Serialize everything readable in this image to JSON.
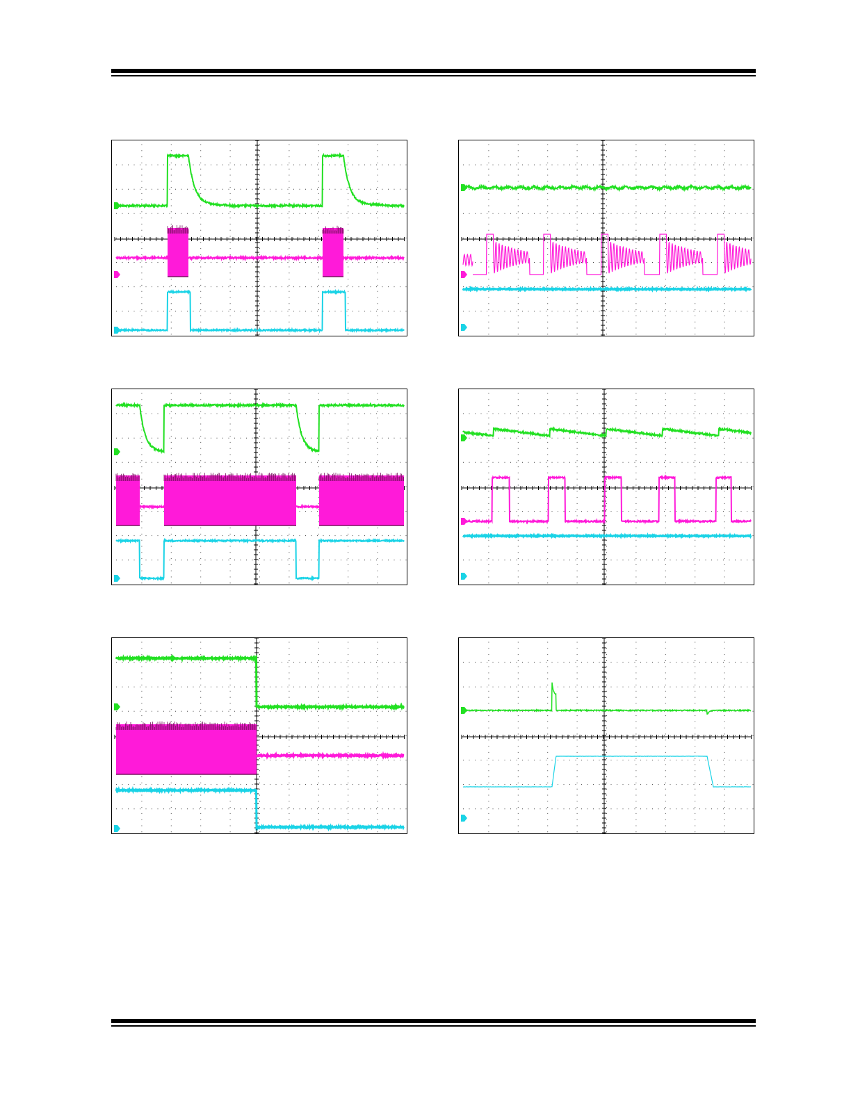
{
  "colors": {
    "ch1": "#22e022",
    "ch2": "#ff1ad9",
    "ch3": "#1ad3e6",
    "grid": "#000000"
  },
  "scopes": [
    {
      "id": "top-left",
      "chart_data": {
        "type": "line",
        "grid": true,
        "divisions": {
          "x": 10,
          "y": 8
        },
        "series": [
          {
            "channel": 1,
            "color": "#22e022",
            "waveform": "pulsed-high-with-decay",
            "marker": "arrow"
          },
          {
            "channel": 2,
            "color": "#ff1ad9",
            "waveform": "switching-bursts",
            "marker": "arrow"
          },
          {
            "channel": 3,
            "color": "#1ad3e6",
            "waveform": "enable-pulses",
            "marker": "arrow"
          }
        ]
      }
    },
    {
      "id": "top-right",
      "chart_data": {
        "type": "line",
        "grid": true,
        "divisions": {
          "x": 10,
          "y": 8
        },
        "series": [
          {
            "channel": 1,
            "color": "#22e022",
            "waveform": "flat-with-ripple",
            "marker": "arrow"
          },
          {
            "channel": 2,
            "color": "#ff1ad9",
            "waveform": "dcm-switching-ringing",
            "marker": "arrow"
          },
          {
            "channel": 3,
            "color": "#1ad3e6",
            "waveform": "flat",
            "marker": "arrow"
          }
        ]
      }
    },
    {
      "id": "middle-left",
      "chart_data": {
        "type": "line",
        "grid": true,
        "divisions": {
          "x": 10,
          "y": 8
        },
        "series": [
          {
            "channel": 1,
            "color": "#22e022",
            "waveform": "high-with-dips",
            "marker": "arrow"
          },
          {
            "channel": 2,
            "color": "#ff1ad9",
            "waveform": "continuous-switching-with-gaps",
            "marker": "arrow"
          },
          {
            "channel": 3,
            "color": "#1ad3e6",
            "waveform": "high-with-low-pulses",
            "marker": "arrow"
          }
        ]
      }
    },
    {
      "id": "middle-right",
      "chart_data": {
        "type": "line",
        "grid": true,
        "divisions": {
          "x": 10,
          "y": 8
        },
        "series": [
          {
            "channel": 1,
            "color": "#22e022",
            "waveform": "sawtooth-ripple",
            "marker": "arrow"
          },
          {
            "channel": 2,
            "color": "#ff1ad9",
            "waveform": "pulse-train",
            "marker": "arrow"
          },
          {
            "channel": 3,
            "color": "#1ad3e6",
            "waveform": "flat",
            "marker": "arrow"
          }
        ]
      }
    },
    {
      "id": "bottom-left",
      "chart_data": {
        "type": "line",
        "grid": true,
        "divisions": {
          "x": 10,
          "y": 8
        },
        "series": [
          {
            "channel": 1,
            "color": "#22e022",
            "waveform": "step-down",
            "marker": "arrow"
          },
          {
            "channel": 2,
            "color": "#ff1ad9",
            "waveform": "switching-then-off",
            "marker": "arrow"
          },
          {
            "channel": 3,
            "color": "#1ad3e6",
            "waveform": "step-down",
            "marker": "arrow"
          }
        ]
      }
    },
    {
      "id": "bottom-right",
      "chart_data": {
        "type": "line",
        "grid": true,
        "divisions": {
          "x": 10,
          "y": 8
        },
        "series": [
          {
            "channel": 1,
            "color": "#22e022",
            "waveform": "flat-with-transients",
            "marker": "arrow"
          },
          {
            "channel": 3,
            "color": "#1ad3e6",
            "waveform": "load-step-pulse",
            "marker": "arrow"
          }
        ]
      }
    }
  ]
}
